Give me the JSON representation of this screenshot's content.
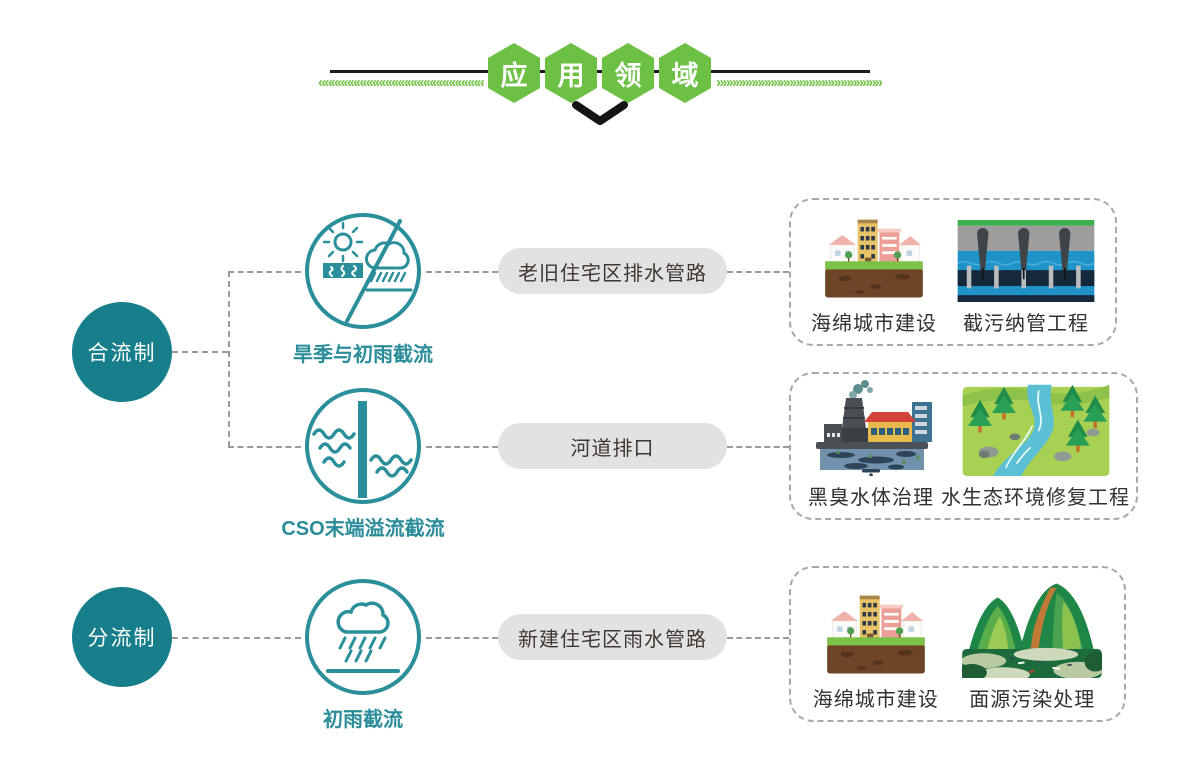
{
  "header": {
    "title": "应用领域",
    "title_chars": [
      "应",
      "用",
      "领",
      "域"
    ],
    "left_chevrons": "««««««««««««««««««««««««««««««««",
    "right_chevrons": "»»»»»»»»»»»»»»»»»»»»»»»»»»»»»»»»"
  },
  "colors": {
    "hex_green": "#6cc044",
    "chevron_green": "#72c247",
    "system_teal": "#177e8c",
    "icon_teal": "#2b8f9b",
    "target_box_gray": "#e3e2e0",
    "dash_gray": "#9a9a9a",
    "caption_dark": "#33302e"
  },
  "systems": [
    {
      "label": "合流制"
    },
    {
      "label": "分流制"
    }
  ],
  "rows": [
    {
      "icon": "sun-dry-rain-icon",
      "icon_label": "旱季与初雨截流",
      "target_label": "老旧住宅区排水管路",
      "apps": [
        {
          "icon": "sponge-city-illustration",
          "label": "海绵城市建设"
        },
        {
          "icon": "interception-pipes-illustration",
          "label": "截污纳管工程"
        }
      ]
    },
    {
      "icon": "overflow-weir-icon",
      "icon_label": "CSO末端溢流截流",
      "target_label": "河道排口",
      "apps": [
        {
          "icon": "factory-water-illustration",
          "label": "黑臭水体治理"
        },
        {
          "icon": "eco-river-illustration",
          "label": "水生态环境修复工程"
        }
      ]
    },
    {
      "icon": "rain-cloud-icon",
      "icon_label": "初雨截流",
      "target_label": "新建住宅区雨水管路",
      "apps": [
        {
          "icon": "sponge-city-illustration",
          "label": "海绵城市建设"
        },
        {
          "icon": "hills-wetland-illustration",
          "label": "面源污染处理"
        }
      ]
    }
  ]
}
